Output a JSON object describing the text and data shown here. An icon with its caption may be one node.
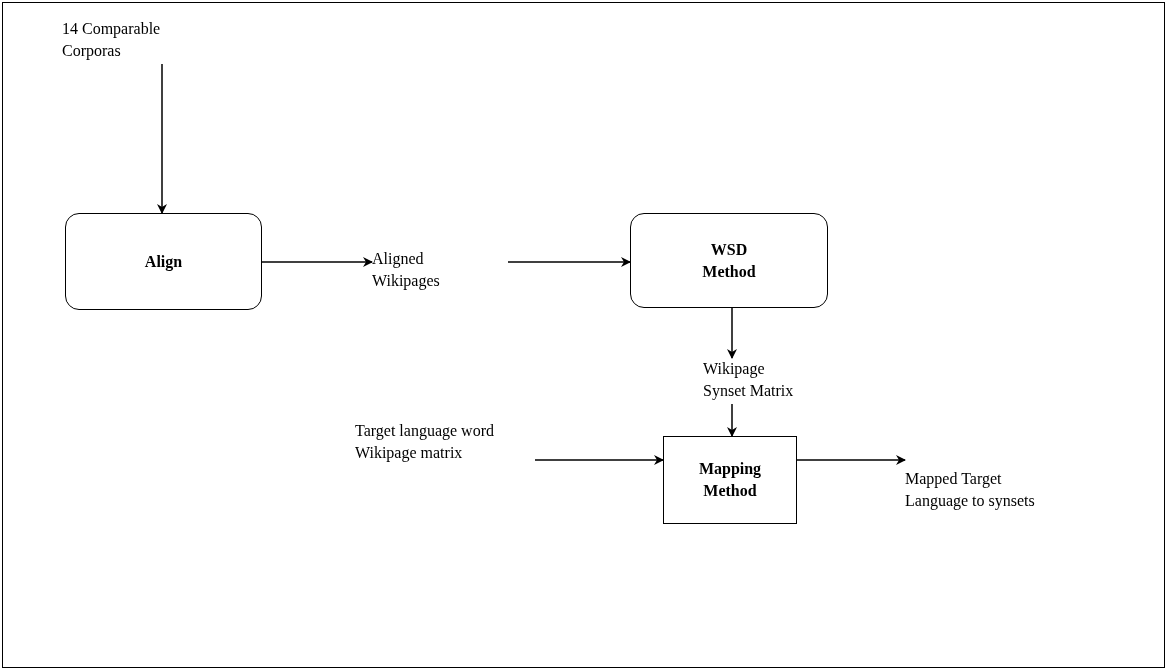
{
  "diagram": {
    "nodes": [
      {
        "text": [
          "14 Comparable Corporas"
        ]
      },
      {
        "text": [
          "Align"
        ]
      },
      {
        "text": [
          "Aligned Wikipages"
        ]
      },
      {
        "text": [
          "WSD Method"
        ]
      },
      {
        "text": [
          "Wikipage Synset Matrix"
        ]
      },
      {
        "text": [
          "Target language word Wikipage matrix"
        ]
      },
      {
        "text": [
          "Mapping Method"
        ]
      },
      {
        "text": [
          "Mapped Target Language to synsets"
        ]
      }
    ],
    "edges": [
      {
        "from": 0,
        "to": 1,
        "arrow": "to"
      },
      {
        "from": 1,
        "to": 2,
        "arrow": "to"
      },
      {
        "from": 2,
        "to": 3,
        "arrow": "to"
      },
      {
        "from": 3,
        "to": 4,
        "arrow": "to"
      },
      {
        "from": 4,
        "to": 6,
        "arrow": "to"
      },
      {
        "from": 5,
        "to": 6,
        "arrow": "to"
      },
      {
        "from": 6,
        "to": 7,
        "arrow": "to"
      }
    ]
  }
}
